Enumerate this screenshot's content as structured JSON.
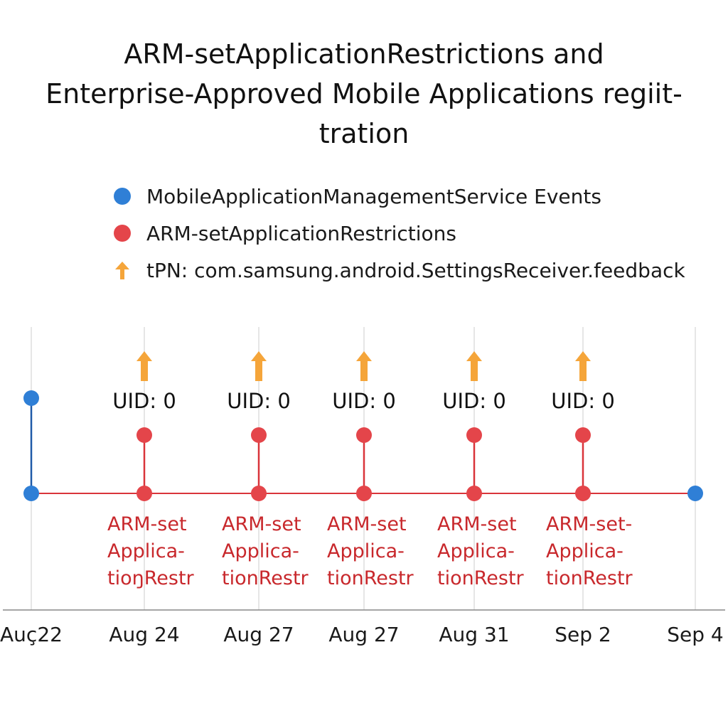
{
  "chart_data": {
    "type": "timeline",
    "title_lines": [
      "ARM-setApplicationRestrictions and",
      "Enterprise-Approved Mobile Applications regiit-",
      "tration"
    ],
    "legend": [
      {
        "label": "MobileApplicationManagementService Events",
        "marker": "circle",
        "color": "#2f7fd6"
      },
      {
        "label": "ARM-setApplicationRestrictions",
        "marker": "circle",
        "color": "#e4454a"
      },
      {
        "label": "tPN: com.samsung.android.SettingsReceiver.feedback",
        "marker": "up-arrow",
        "color": "#f5a53a"
      }
    ],
    "x_ticks": [
      "Auç22",
      "Aug 24",
      "Aug 27",
      "Aug 27",
      "Aug 31",
      "Sep 2",
      "Sep 4"
    ],
    "mam_events": [
      {
        "tick": 0,
        "stem": true
      },
      {
        "tick": 6,
        "stem": false
      }
    ],
    "arm_events": [
      {
        "tick": 1,
        "uid_label": "UID: 0",
        "label_lines": [
          "ARM-set",
          "Applica-",
          "tioŋRestr"
        ]
      },
      {
        "tick": 2,
        "uid_label": "UID: 0",
        "label_lines": [
          "ARM-set",
          "Applica-",
          "tionRestr"
        ]
      },
      {
        "tick": 3,
        "uid_label": "UID: 0",
        "label_lines": [
          "ARM-set",
          "Applica-",
          "tionRestr"
        ]
      },
      {
        "tick": 4,
        "uid_label": "UID: 0",
        "label_lines": [
          "ARM-set",
          "Applica-",
          "tionRestr"
        ]
      },
      {
        "tick": 5,
        "uid_label": "UID: 0",
        "label_lines": [
          "ARM-set-",
          "Applica-",
          "tionRestr"
        ]
      }
    ],
    "colors": {
      "mam": "#2f7fd6",
      "mam_stem": "#1f5aa8",
      "arm": "#e4454a",
      "arm_line": "#d9343a",
      "arm_text": "#c8282c",
      "feedback": "#f5a53a",
      "grid": "#dddddd",
      "axis": "#888888"
    },
    "grid": true
  }
}
